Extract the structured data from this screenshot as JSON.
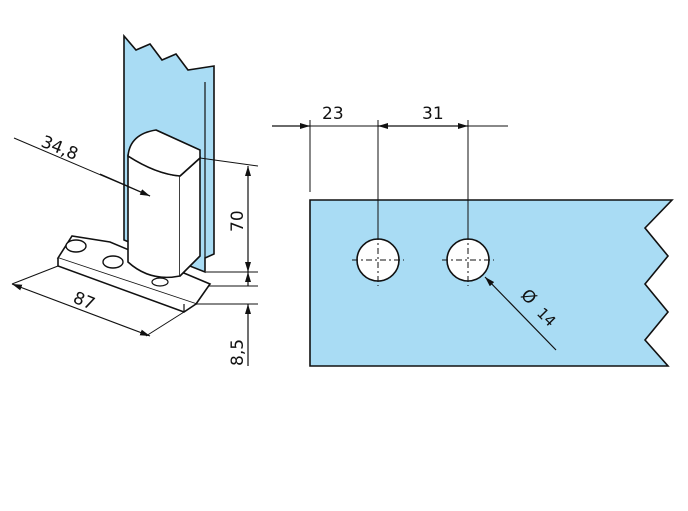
{
  "colors": {
    "glass": "#a9dcf4",
    "line": "#111111",
    "background": "#ffffff"
  },
  "left_view": {
    "dim_depth": "34,8",
    "dim_length": "87",
    "dim_height": "70",
    "dim_base": "8,5"
  },
  "right_view": {
    "dim_edge_to_hole": "23",
    "dim_hole_spacing": "31",
    "dim_hole_diameter_symbol": "Ø",
    "dim_hole_diameter": "14"
  }
}
